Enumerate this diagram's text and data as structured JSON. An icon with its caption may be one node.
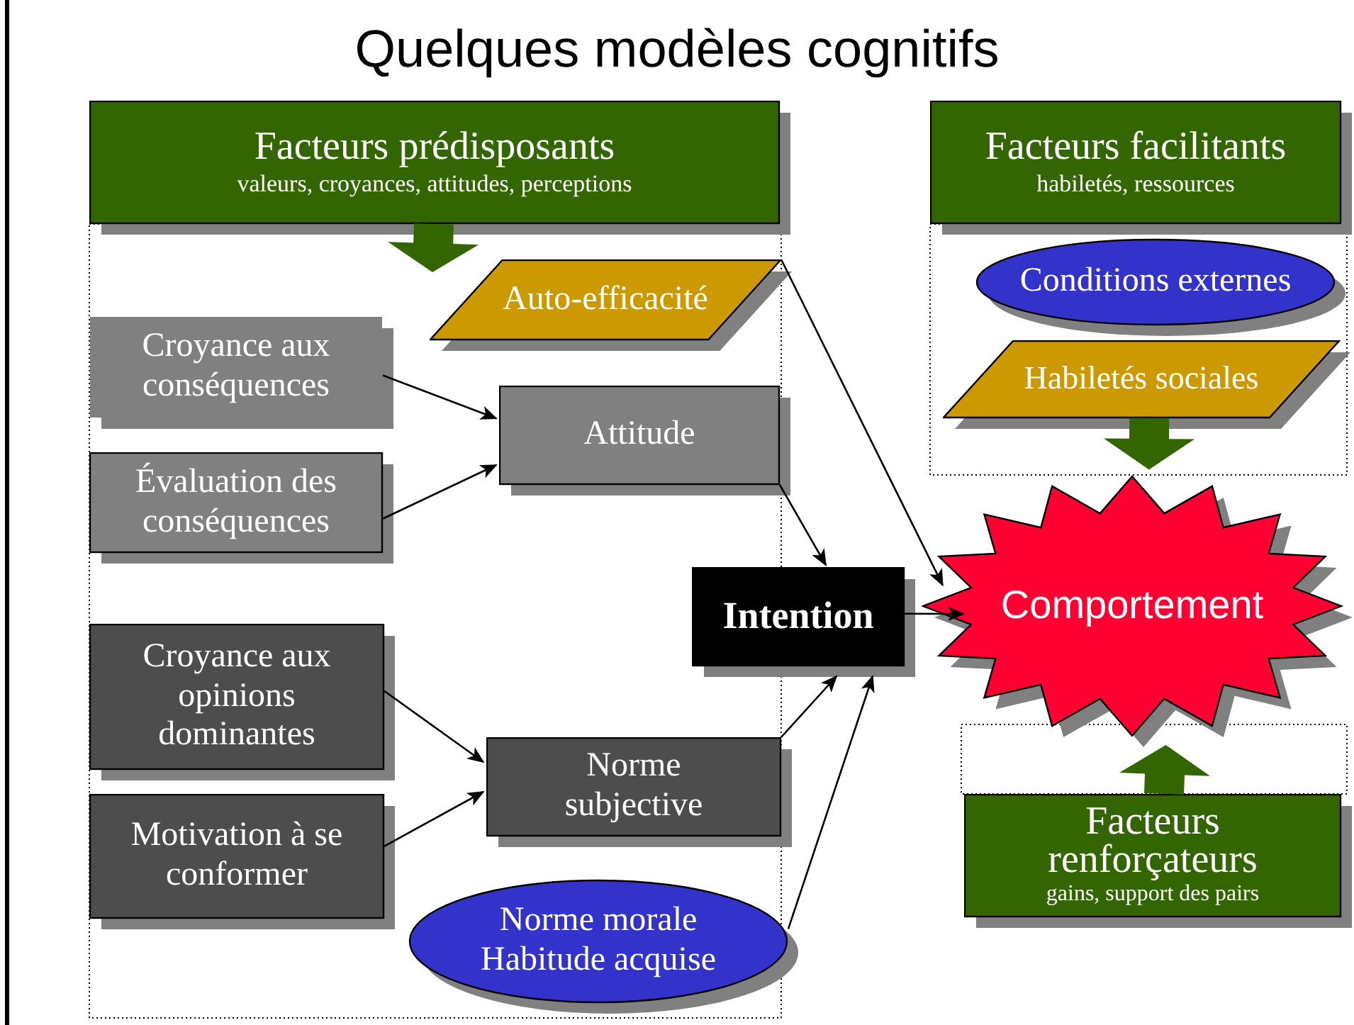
{
  "diagram": {
    "title": "Quelques modèles cognitifs",
    "nodes": [
      {
        "text": [
          "Facteurs prédisposants",
          "valeurs, croyances, attitudes, perceptions"
        ]
      },
      {
        "text": [
          "Facteurs facilitants",
          "habiletés, ressources"
        ]
      },
      {
        "text": [
          "Auto-efficacité"
        ]
      },
      {
        "text": [
          "Croyance aux conséquences"
        ]
      },
      {
        "text": [
          "Attitude"
        ]
      },
      {
        "text": [
          "Évaluation des conséquences"
        ]
      },
      {
        "text": [
          "Intention"
        ]
      },
      {
        "text": [
          "Conditions externes"
        ]
      },
      {
        "text": [
          "Habiletés sociales"
        ]
      },
      {
        "text": [
          "Comportement"
        ]
      },
      {
        "text": [
          "Croyance aux opinions dominantes"
        ]
      },
      {
        "text": [
          "Norme subjective"
        ]
      },
      {
        "text": [
          "Motivation à se conformer"
        ]
      },
      {
        "text": [
          "Norme morale Habitude acquise"
        ]
      },
      {
        "text": [
          "Facteurs renforçateurs",
          "gains, support des pairs"
        ]
      }
    ],
    "edges": [
      {
        "from": 0,
        "to": null,
        "arrow": "to",
        "style": "thick",
        "color": "#336600"
      },
      {
        "from": 3,
        "to": 4,
        "arrow": "to"
      },
      {
        "from": 5,
        "to": 4,
        "arrow": "to"
      },
      {
        "from": 2,
        "to": 9,
        "arrow": "to"
      },
      {
        "from": 4,
        "to": 6,
        "arrow": "to"
      },
      {
        "from": 6,
        "to": 9,
        "arrow": "to"
      },
      {
        "from": 10,
        "to": 11,
        "arrow": "to"
      },
      {
        "from": 12,
        "to": 11,
        "arrow": "to"
      },
      {
        "from": 11,
        "to": 6,
        "arrow": "to"
      },
      {
        "from": 13,
        "to": 6,
        "arrow": "to"
      },
      {
        "from": 8,
        "to": 9,
        "arrow": "to",
        "style": "thick",
        "color": "#336600"
      },
      {
        "from": 14,
        "to": 9,
        "arrow": "to",
        "style": "thick",
        "color": "#336600"
      }
    ]
  }
}
